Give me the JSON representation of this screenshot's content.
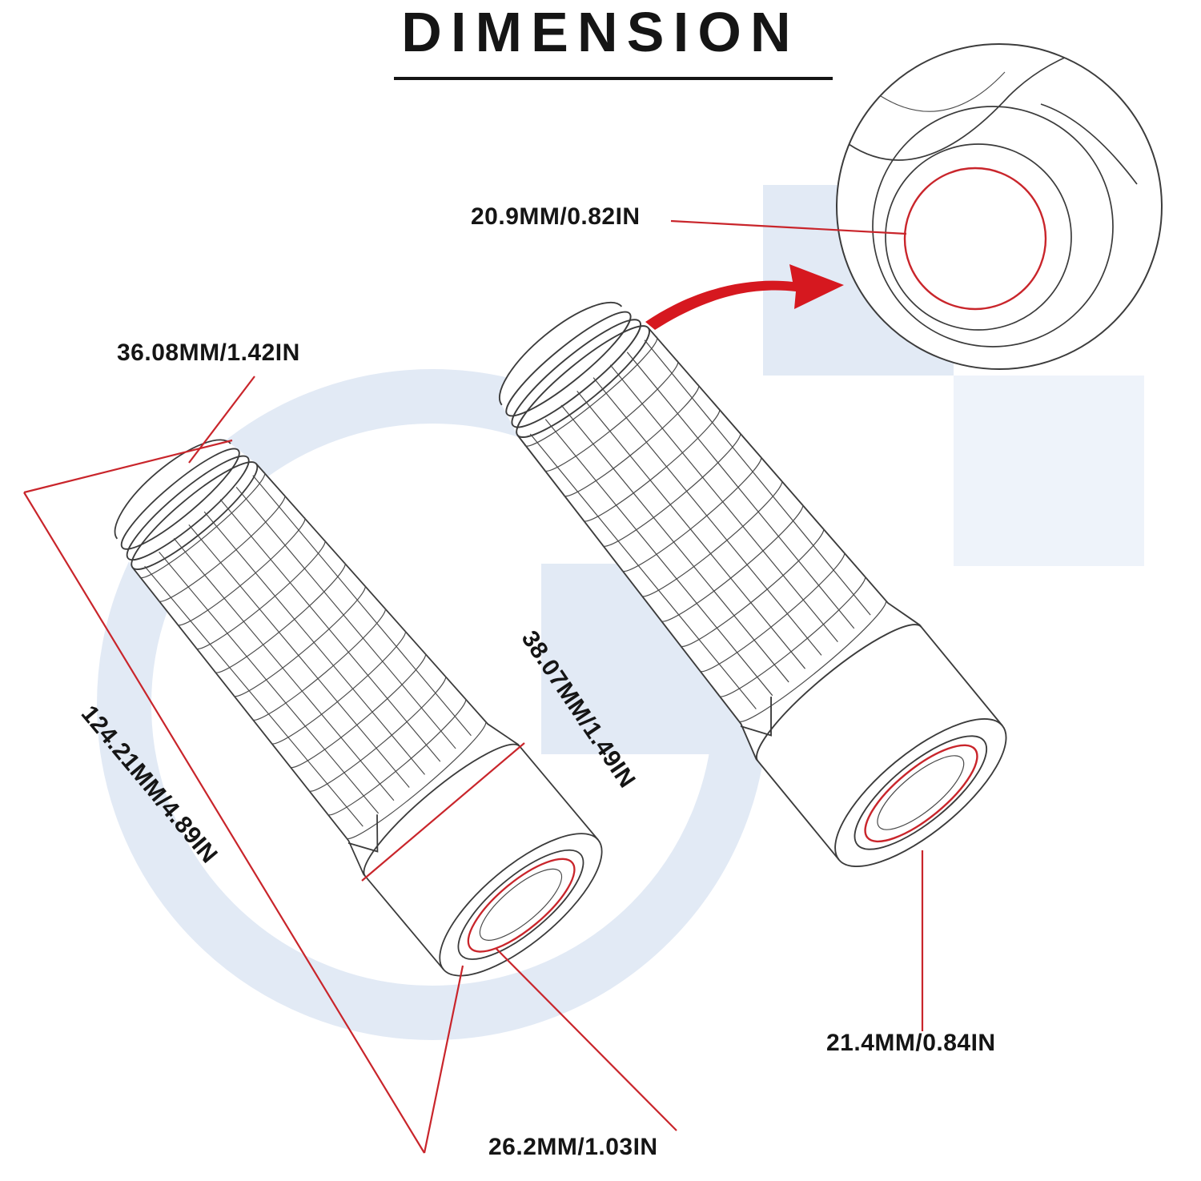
{
  "title": "DIMENSION",
  "labels": {
    "end_bore": "20.9MM/0.82IN",
    "flange_diameter": "36.08MM/1.42IN",
    "total_length": "124.21MM/4.89IN",
    "cap_diameter": "38.07MM/1.49IN",
    "right_bore": "21.4MM/0.84IN",
    "left_bore": "26.2MM/1.03IN"
  },
  "colors": {
    "dimension_red": "#c9252b",
    "line_art": "#3b3b3b",
    "watermark_blue": "#e2eaf5",
    "text": "#151515"
  }
}
